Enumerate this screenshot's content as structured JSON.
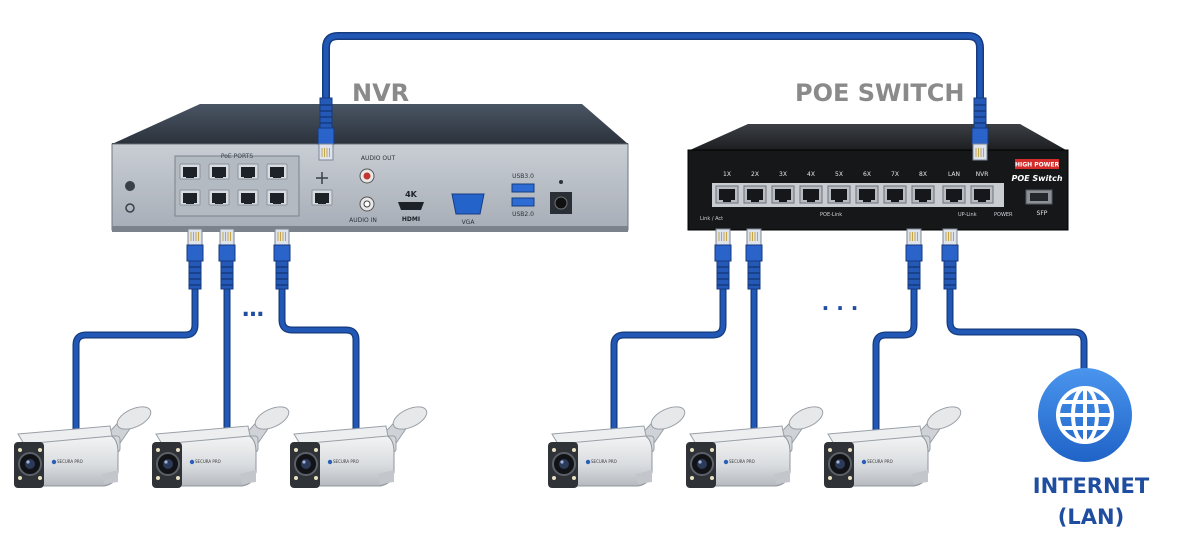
{
  "labels": {
    "nvr": "NVR",
    "poe_switch": "POE SWITCH",
    "internet": "INTERNET",
    "lan": "(LAN)",
    "ellipsis": "…",
    "ellipsis_spaced": ". . ."
  },
  "nvr_panel": {
    "poe_ports": "PoE PORTS",
    "audio_out": "AUDIO OUT",
    "audio_in": "AUDIO IN",
    "res_4k": "4K",
    "hdmi": "HDMI",
    "vga": "VGA",
    "usb3": "USB3.0",
    "usb2": "USB2.0"
  },
  "switch_panel": {
    "ports": [
      "1X",
      "2X",
      "3X",
      "4X",
      "5X",
      "6X",
      "7X",
      "8X"
    ],
    "lan": "LAN",
    "nvr": "NVR",
    "badge": "HIGH POWER",
    "brand": "POE Switch",
    "sfp": "SFP",
    "link_act": "Link / Act",
    "poe_link": "POE-Link",
    "up_link": "UP-Link",
    "power": "POWER"
  },
  "camera": {
    "brand": "SECURA PRO"
  },
  "icons": [
    "globe-icon",
    "rj45-connector-icon",
    "bullet-camera-icon"
  ],
  "colors": {
    "cable": "#1e4ea3",
    "cable_dark": "#153a7e",
    "label_grey": "#8a8a8a",
    "internet_blue": "#1f4ea0",
    "globe_blue": "#2e7bdc"
  }
}
